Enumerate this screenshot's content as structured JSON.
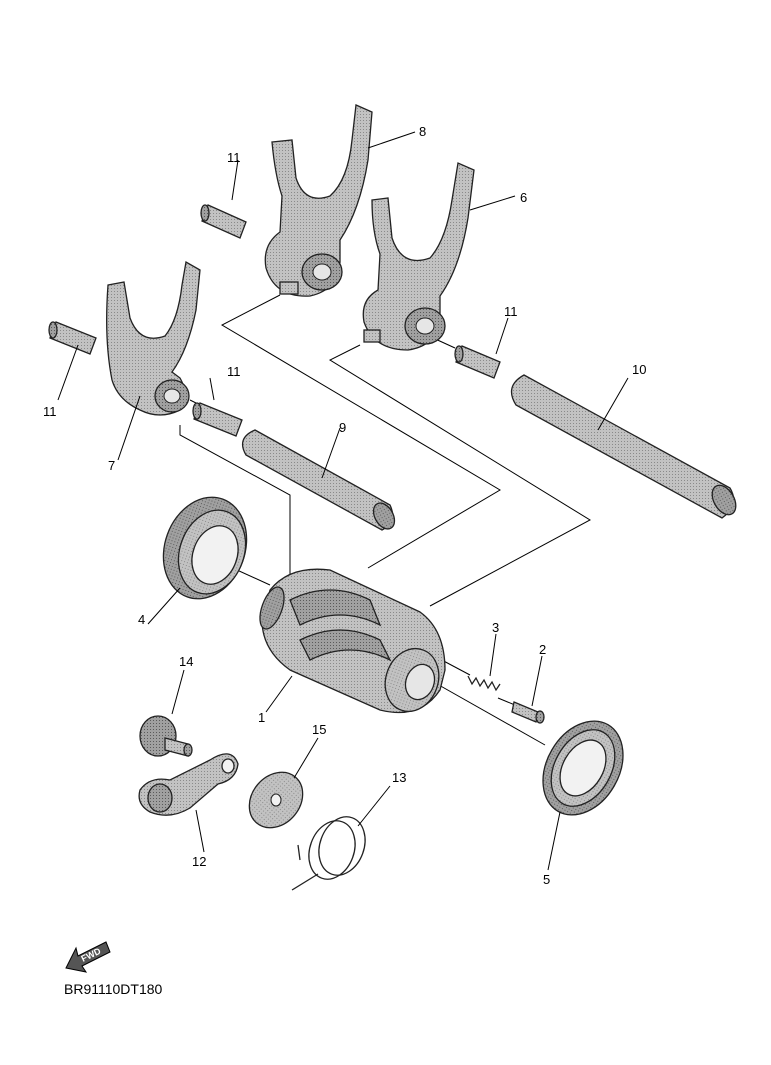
{
  "callouts": [
    {
      "id": "1",
      "label": "1"
    },
    {
      "id": "2",
      "label": "2"
    },
    {
      "id": "3",
      "label": "3"
    },
    {
      "id": "4",
      "label": "4"
    },
    {
      "id": "5",
      "label": "5"
    },
    {
      "id": "6",
      "label": "6"
    },
    {
      "id": "7",
      "label": "7"
    },
    {
      "id": "8",
      "label": "8"
    },
    {
      "id": "9",
      "label": "9"
    },
    {
      "id": "10",
      "label": "10"
    },
    {
      "id": "11a",
      "label": "11"
    },
    {
      "id": "11b",
      "label": "11"
    },
    {
      "id": "11c",
      "label": "11"
    },
    {
      "id": "11d",
      "label": "11"
    },
    {
      "id": "12",
      "label": "12"
    },
    {
      "id": "13",
      "label": "13"
    },
    {
      "id": "14",
      "label": "14"
    },
    {
      "id": "15",
      "label": "15"
    }
  ],
  "fwd_badge": "FWD",
  "diagram_code": "BR91110DT180",
  "colors": {
    "part_fill": "#b3b3b3",
    "part_dark": "#8c8c8c",
    "part_light": "#d4d4d4",
    "line": "#000000"
  },
  "icons": {
    "fwd": "fwd-arrow-icon"
  }
}
